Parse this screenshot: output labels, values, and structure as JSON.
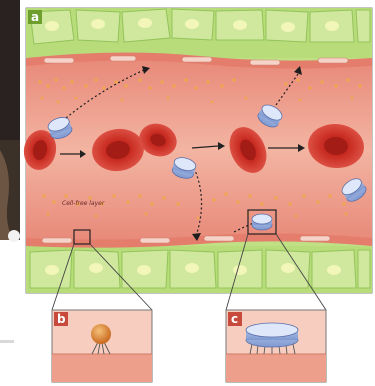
{
  "figure": {
    "panels": [
      {
        "letter": "a"
      },
      {
        "letter": "b"
      },
      {
        "letter": "c"
      }
    ],
    "annotations": {
      "layer_label": "Cell-free layer"
    },
    "colors": {
      "endothelium_green": "#9dcf5a",
      "vessel_wall": "#e98c7c",
      "lumen": "#f4b3a0",
      "red_blood_cell": "#d23a2f",
      "nanoparticle_disc": "#b9cdee",
      "inset_fill": "#f5c9bc",
      "sphere_particle": "#e08a2c"
    }
  }
}
